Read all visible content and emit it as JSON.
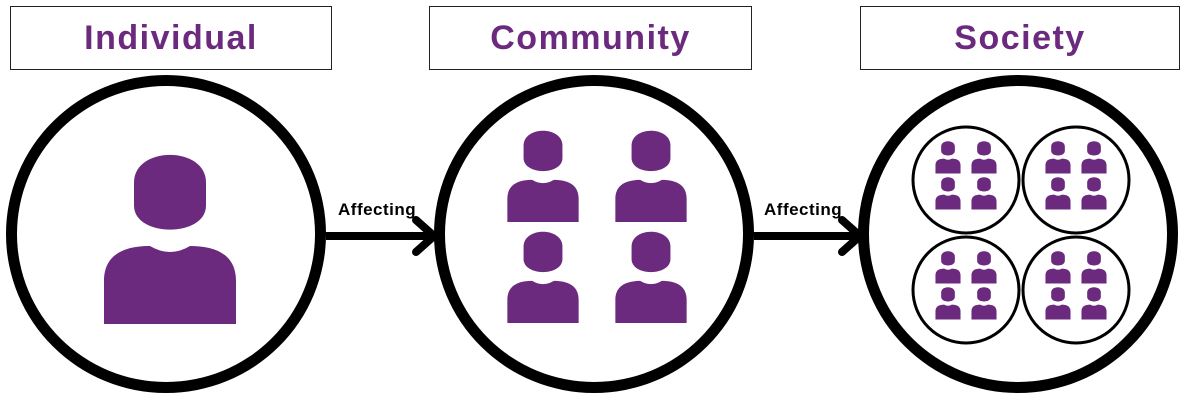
{
  "colors": {
    "accent": "#6b2a7e",
    "outline": "#000000"
  },
  "stages": [
    {
      "label": "Individual",
      "icon": "person-icon",
      "people": 1
    },
    {
      "label": "Community",
      "icon": "group-icon",
      "people": 4
    },
    {
      "label": "Society",
      "icon": "groups-of-groups-icon",
      "groups": 4,
      "people_per_group": 4
    }
  ],
  "connectors": [
    {
      "label": "Affecting",
      "icon": "arrow-right-icon"
    },
    {
      "label": "Affecting",
      "icon": "arrow-right-icon"
    }
  ]
}
